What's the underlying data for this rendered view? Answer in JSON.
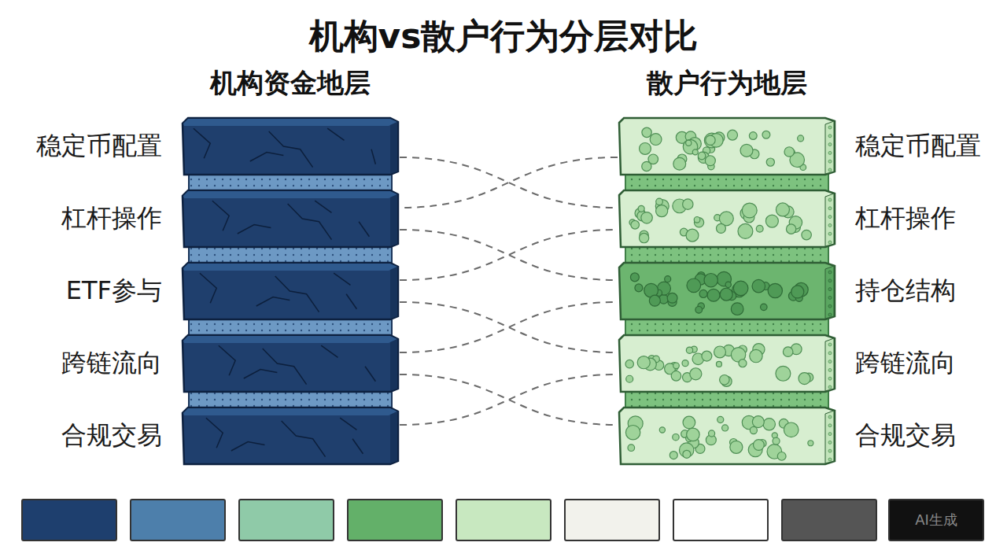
{
  "diagram": {
    "title": "机构vs散户行为分层对比",
    "nodes": [
      {
        "text": [
          "稳定币配置"
        ]
      },
      {
        "text": [
          "杠杆操作"
        ]
      },
      {
        "text": [
          "ETF参与"
        ]
      },
      {
        "text": [
          "跨链流向"
        ]
      },
      {
        "text": [
          "合规交易"
        ]
      },
      {
        "text": [
          "稳定币配置"
        ]
      },
      {
        "text": [
          "杠杆操作"
        ]
      },
      {
        "text": [
          "持仓结构"
        ]
      },
      {
        "text": [
          "跨链流向"
        ]
      },
      {
        "text": [
          "合规交易"
        ]
      }
    ],
    "edges": [
      {
        "from": 0,
        "to": 6,
        "arrow": "none"
      },
      {
        "from": 5,
        "to": 1,
        "arrow": "none"
      },
      {
        "from": 1,
        "to": 7,
        "arrow": "none"
      },
      {
        "from": 2,
        "to": 6,
        "arrow": "none"
      },
      {
        "from": 2,
        "to": 8,
        "arrow": "none"
      },
      {
        "from": 3,
        "to": 7,
        "arrow": "none"
      },
      {
        "from": 3,
        "to": 9,
        "arrow": "none"
      },
      {
        "from": 4,
        "to": 8,
        "arrow": "none"
      }
    ],
    "labels": [
      "机构资金地层",
      "散户行为地层",
      "AI生成"
    ]
  }
}
